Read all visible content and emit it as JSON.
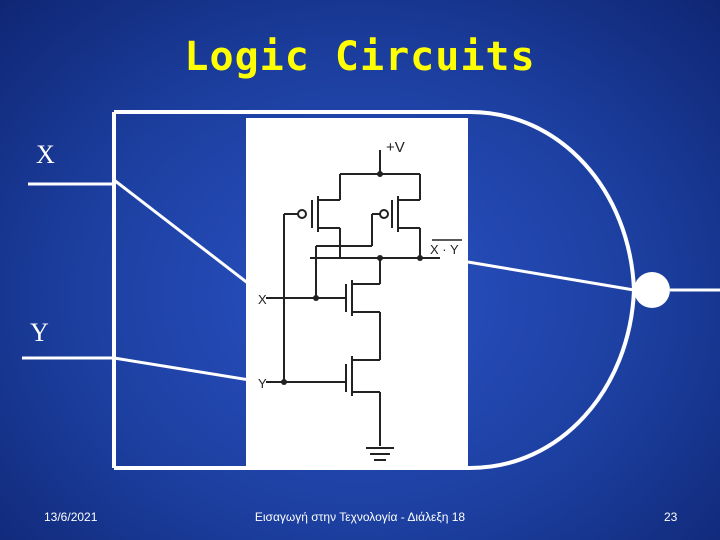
{
  "slide": {
    "title": "Logic Circuits",
    "input_x": "X",
    "input_y": "Y"
  },
  "schematic": {
    "supply_label": "+V",
    "output_label": "X · Y",
    "gate_x_label": "X",
    "gate_y_label": "Y"
  },
  "footer": {
    "date": "13/6/2021",
    "course": "Εισαγωγή στην Τεχνολογία - Διάλεξη 18",
    "page": "23"
  },
  "colors": {
    "background": "#1c3fa0",
    "title": "#ffff00",
    "lines": "#ffffff",
    "schematic_ink": "#222222"
  }
}
